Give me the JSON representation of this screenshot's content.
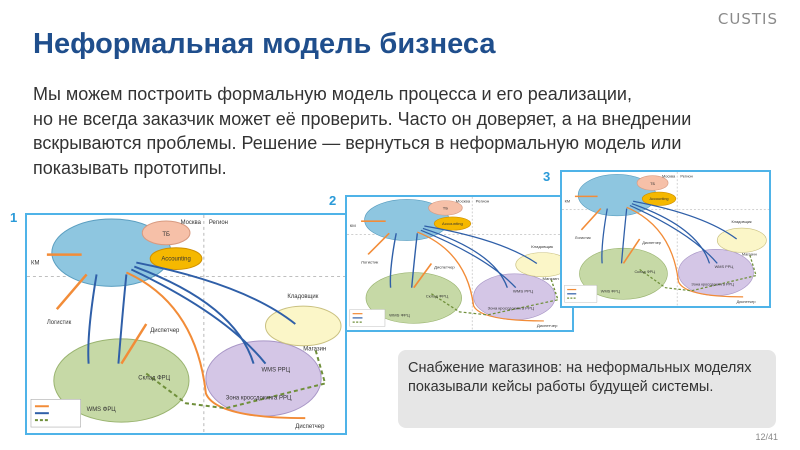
{
  "logo": "CUSTIS",
  "title": "Неформальная модель бизнеса",
  "body_lines": [
    "Мы можем построить формальную модель процесса и его реализации,",
    "но не всегда заказчик может её проверить. Часто он доверяет, а на внедрении",
    "вскрываются проблемы. Решение — вернуться в неформальную модель или",
    "показывать прототипы."
  ],
  "panels": [
    {
      "number": "1"
    },
    {
      "number": "2"
    },
    {
      "number": "3"
    }
  ],
  "diagram_labels": {
    "moscow": "Москва",
    "region": "Регион",
    "km": "КМ",
    "logist": "Логистик",
    "dispatcher": "Диспетчер",
    "storekeeper": "Кладовщик",
    "shop": "Магазин",
    "wms_frc": "WMS ФРЦ",
    "frc_store": "Склад ФРЦ",
    "wms_rrc": "WMS РРЦ",
    "crossdock": "Зона кроссдокинга РРЦ",
    "accounting": "Accounting",
    "tb": "ТБ"
  },
  "colors": {
    "title": "#1f4e8c",
    "panel_border": "#4fb3e8",
    "orange": "#f28c38",
    "blue": "#2f5fa8",
    "green": "#6f8f3a"
  },
  "callout": "Снабжение магазинов: на неформальных моделях показывали кейсы работы будущей системы.",
  "page_number": "12/41"
}
